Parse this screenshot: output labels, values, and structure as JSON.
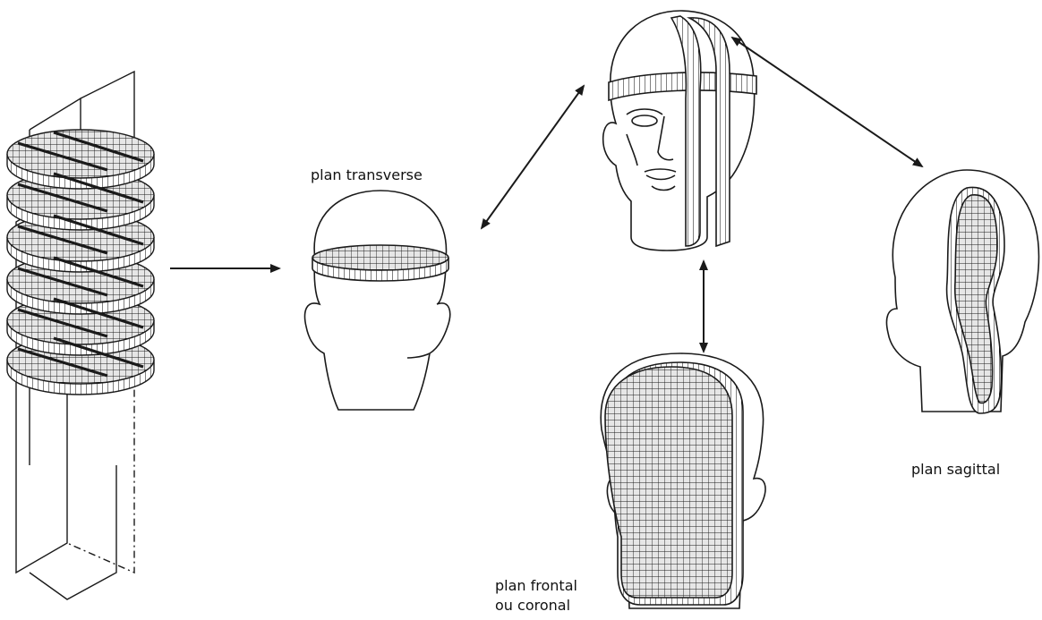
{
  "labels": {
    "transverse": "plan transverse",
    "sagittal": "plan sagittal",
    "frontal_line1": "plan frontal",
    "frontal_line2": "ou coronal"
  },
  "colors": {
    "ink": "#1a1a1a",
    "paper": "#ffffff",
    "cut_fill": "#dcdcdc"
  }
}
